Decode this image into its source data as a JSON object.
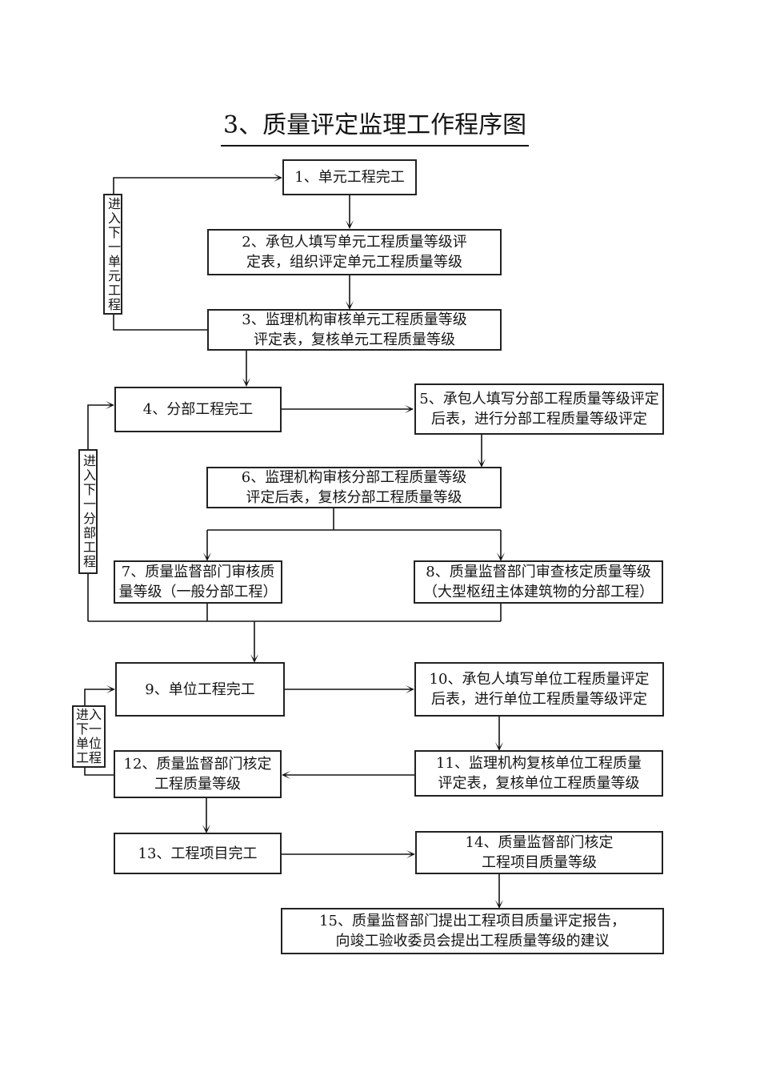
{
  "title": "3、质量评定监理工作程序图",
  "ink_color": "#141414",
  "nodes": {
    "n1": {
      "lines": [
        "1、单元工程完工"
      ]
    },
    "n2": {
      "lines": [
        "2、承包人填写单元工程质量等级评",
        "定表，组织评定单元工程质量等级"
      ]
    },
    "n3": {
      "lines": [
        "3、监理机构审核单元工程质量等级",
        "评定表，复核单元工程质量等级"
      ]
    },
    "n4": {
      "lines": [
        "4、分部工程完工"
      ]
    },
    "n5": {
      "lines": [
        "5、承包人填写分部工程质量等级评定",
        "后表，进行分部工程质量等级评定"
      ]
    },
    "n6": {
      "lines": [
        "6、监理机构审核分部工程质量等级",
        "评定后表，复核分部工程质量等级"
      ]
    },
    "n7": {
      "lines": [
        "7、质量监督部门审核质",
        "量等级（一般分部工程）"
      ]
    },
    "n8": {
      "lines": [
        "8、质量监督部门审查核定质量等级",
        "（大型枢纽主体建筑物的分部工程）"
      ]
    },
    "n9": {
      "lines": [
        "9、单位工程完工"
      ]
    },
    "n10": {
      "lines": [
        "10、承包人填写单位工程质量评定",
        "后表，进行单位工程质量等级评定"
      ]
    },
    "n11": {
      "lines": [
        "11、监理机构复核单位工程质量",
        "评定表，复核单位工程质量等级"
      ]
    },
    "n12": {
      "lines": [
        "12、质量监督部门核定",
        "工程质量等级"
      ]
    },
    "n13": {
      "lines": [
        "13、工程项目完工"
      ]
    },
    "n14": {
      "lines": [
        "14、质量监督部门核定",
        "工程项目质量等级"
      ]
    },
    "n15": {
      "lines": [
        "15、质量监督部门提出工程项目质量评定报告，",
        "向竣工验收委员会提出工程质量等级的建议"
      ]
    }
  },
  "side_labels": {
    "next_unit": "进入下一单元工程",
    "next_division": "进入下一分部工程",
    "next_unit_project": "进入下一单位工程"
  }
}
